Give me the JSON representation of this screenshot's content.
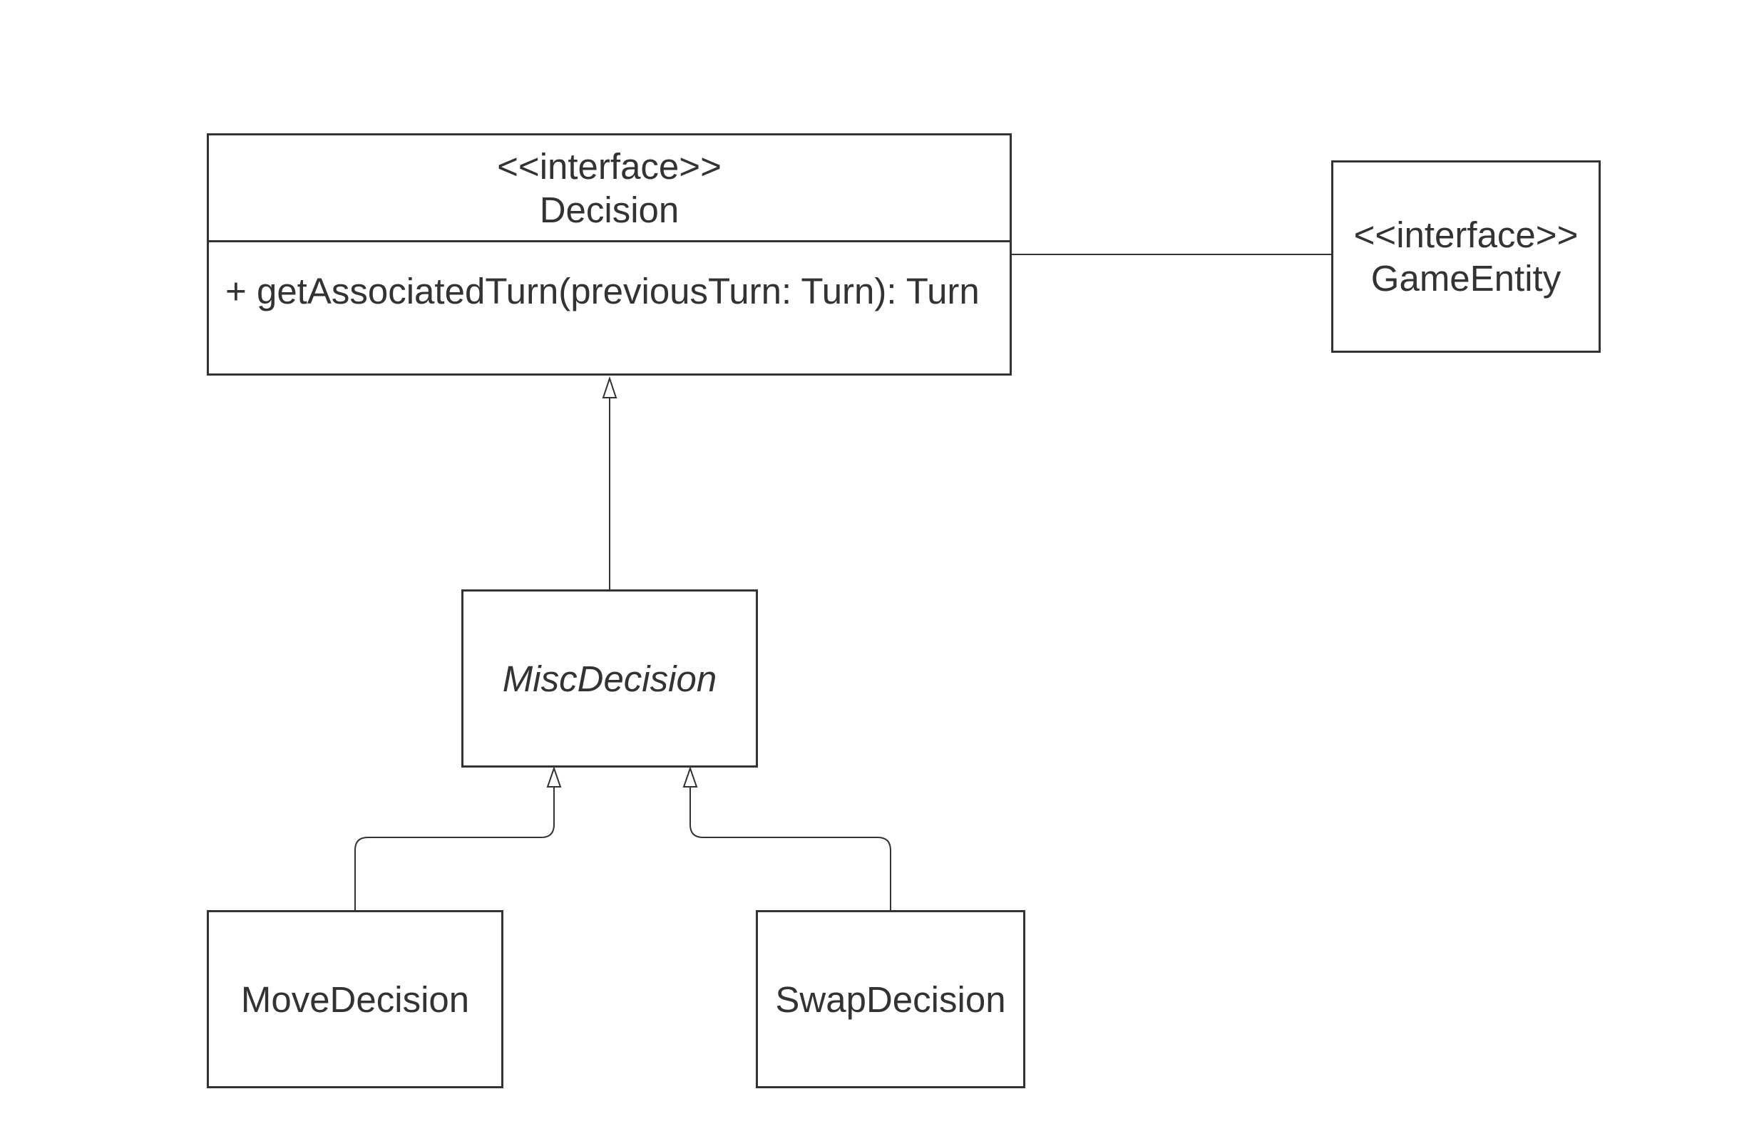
{
  "diagram": {
    "decision": {
      "stereotype": "<<interface>>",
      "name": "Decision",
      "method": "+ getAssociatedTurn(previousTurn: Turn): Turn"
    },
    "game_entity": {
      "stereotype": "<<interface>>",
      "name": "GameEntity"
    },
    "misc_decision": {
      "name": "MiscDecision",
      "abstract": true
    },
    "move_decision": {
      "name": "MoveDecision"
    },
    "swap_decision": {
      "name": "SwapDecision"
    },
    "relationships": [
      {
        "from": "MiscDecision",
        "to": "Decision",
        "type": "realization"
      },
      {
        "from": "MoveDecision",
        "to": "MiscDecision",
        "type": "generalization"
      },
      {
        "from": "SwapDecision",
        "to": "MiscDecision",
        "type": "generalization"
      },
      {
        "from": "Decision",
        "to": "GameEntity",
        "type": "association"
      }
    ],
    "colors": {
      "line": "#333333",
      "text": "#333333",
      "background": "#ffffff"
    }
  }
}
